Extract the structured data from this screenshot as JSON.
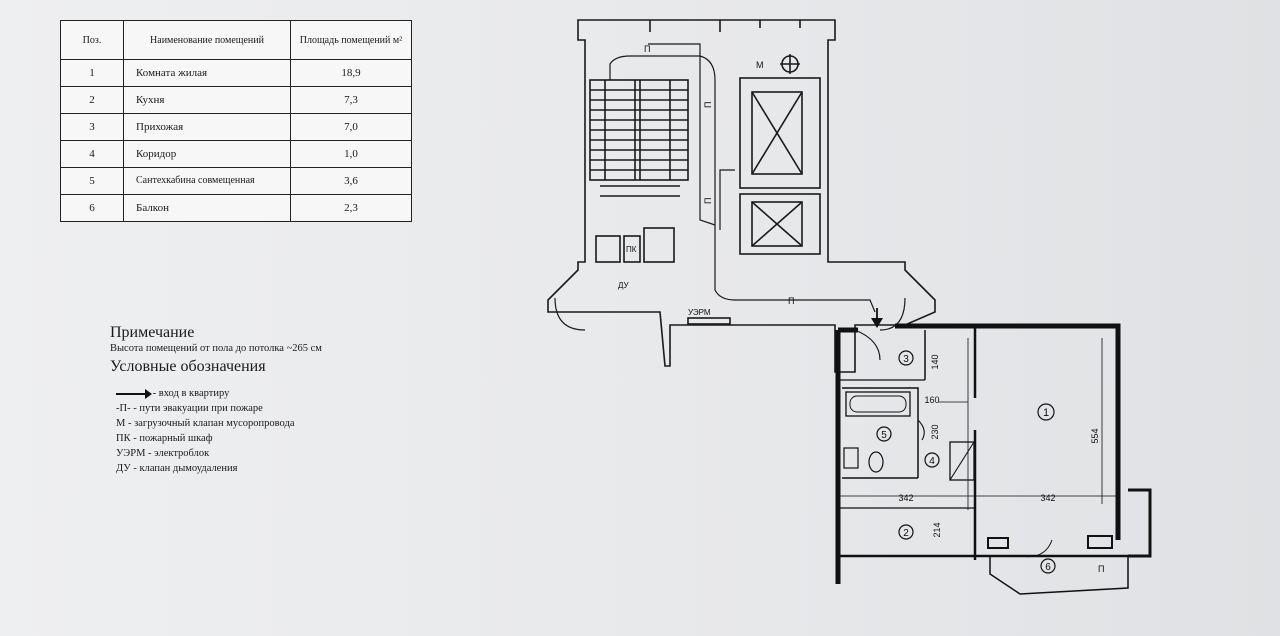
{
  "table": {
    "headers": [
      "Поз.",
      "Наименование помещений",
      "Площадь помещений м²"
    ],
    "rows": [
      {
        "pos": "1",
        "name": "Комната жилая",
        "area": "18,9"
      },
      {
        "pos": "2",
        "name": "Кухня",
        "area": "7,3"
      },
      {
        "pos": "3",
        "name": "Прихожая",
        "area": "7,0"
      },
      {
        "pos": "4",
        "name": "Коридор",
        "area": "1,0"
      },
      {
        "pos": "5",
        "name": "Сантехкабина совмещенная",
        "area": "3,6"
      },
      {
        "pos": "6",
        "name": "Балкон",
        "area": "2,3"
      }
    ]
  },
  "notes": {
    "title": "Примечание",
    "height_note": "Высота помещений от пола до потолка ~265 см",
    "legend_title": "Условные обозначения"
  },
  "legend": [
    {
      "symbol": "arrow",
      "text": "- вход в квартиру"
    },
    {
      "symbol": "-П-",
      "text": "- пути эвакуации при пожаре"
    },
    {
      "symbol": "М",
      "text": "- загрузочный клапан мусоропровода"
    },
    {
      "symbol": "ПК",
      "text": "- пожарный шкаф"
    },
    {
      "symbol": "УЭРМ",
      "text": "- электроблок"
    },
    {
      "symbol": "ДУ",
      "text": "- клапан дымоудаления"
    }
  ],
  "plan": {
    "labels": {
      "m": "М",
      "pk": "ПК",
      "du": "ДУ",
      "uerm": "УЭРМ",
      "p": "П"
    },
    "rooms": [
      "1",
      "2",
      "3",
      "4",
      "5",
      "6"
    ],
    "dims": {
      "d140": "140",
      "d160": "160",
      "d230": "230",
      "d554": "554",
      "d342a": "342",
      "d342b": "342",
      "d214": "214"
    }
  }
}
